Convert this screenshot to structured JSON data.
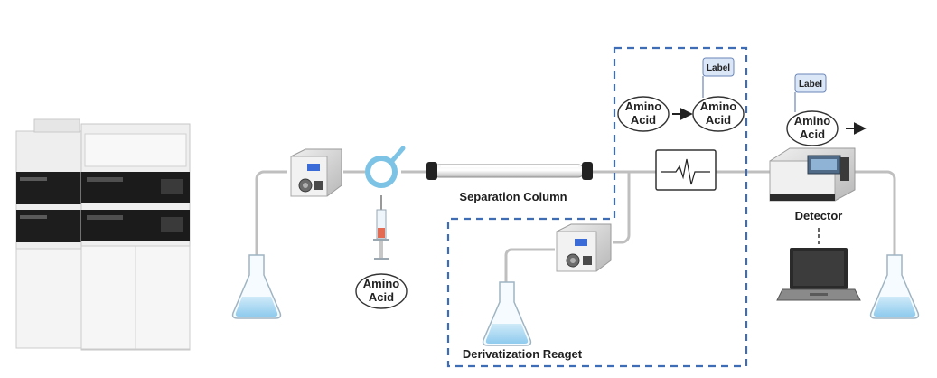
{
  "labels": {
    "separation_column": "Separation Column",
    "derivatization_reagent": "Derivatization Reaget",
    "detector": "Detector"
  },
  "bubbles": {
    "injection_line1": "Amino",
    "injection_line2": "Acid",
    "reaction_in_line1": "Amino",
    "reaction_in_line2": "Acid",
    "reaction_out_line1": "Amino",
    "reaction_out_line2": "Acid",
    "detector_line1": "Amino",
    "detector_line2": "Acid"
  },
  "tags": {
    "reaction_label": "Label",
    "detector_label": "Label"
  },
  "colors": {
    "tubing": "#bfbfbf",
    "dashed_box": "#3e6db5",
    "injector_ring": "#7cc3e6",
    "flask_liquid": "#a9d8f2",
    "label_tag_fill": "#dbe7f7"
  },
  "icons": [
    "hplc-instrument-icon",
    "pump-icon",
    "injector-valve-icon",
    "syringe-icon",
    "column-icon",
    "signal-monitor-icon",
    "detector-instrument-icon",
    "laptop-icon",
    "flask-icon",
    "arrow-icon"
  ]
}
